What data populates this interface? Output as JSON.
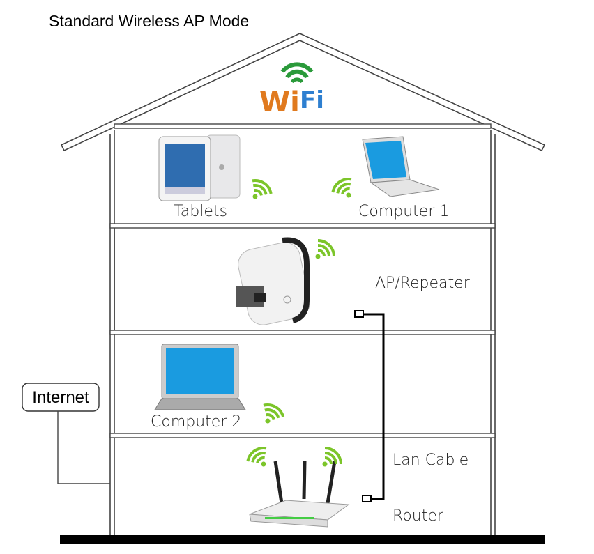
{
  "title": "Standard Wireless AP Mode",
  "logo": {
    "text_wi": "Wi",
    "text_fi": "Fi"
  },
  "labels": {
    "tablets": "Tablets",
    "computer1": "Computer 1",
    "ap_repeater": "AP/Repeater",
    "computer2": "Computer 2",
    "internet": "Internet",
    "lan_cable": "Lan Cable",
    "router": "Router"
  },
  "colors": {
    "wifi_green": "#7cc52a",
    "logo_green": "#2a9a3a",
    "logo_orange": "#e07a1f",
    "logo_blue": "#2e7fd0",
    "screen_blue": "#1a9be0"
  }
}
